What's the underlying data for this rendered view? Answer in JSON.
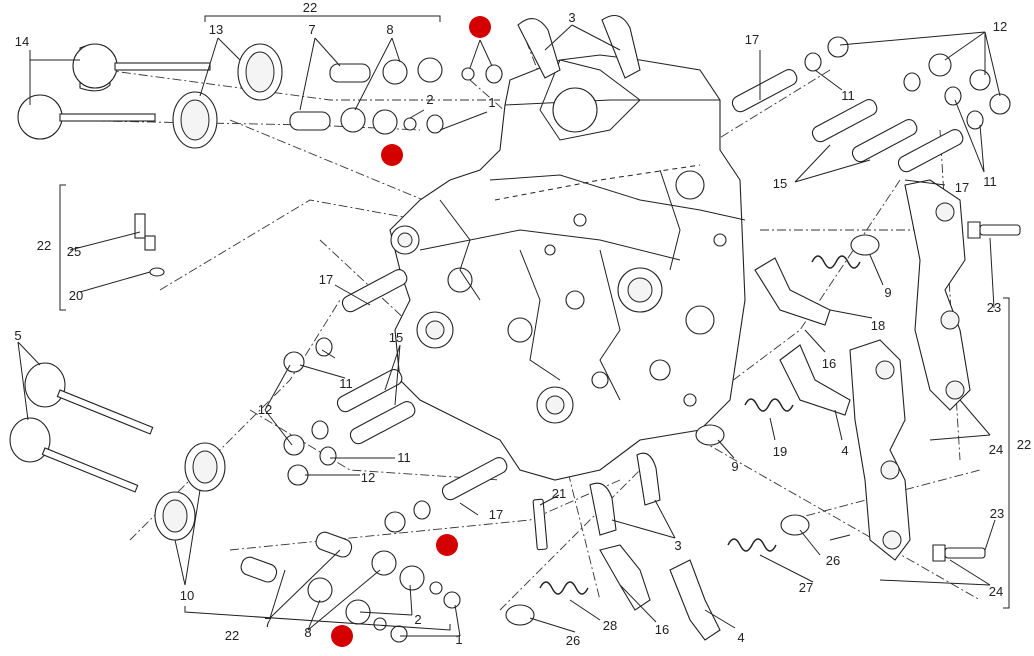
{
  "callouts": {
    "c1a": "1",
    "c1b": "1",
    "c2a": "2",
    "c2b": "2",
    "c3a": "3",
    "c3b": "3",
    "c4a": "4",
    "c4b": "4",
    "c5": "5",
    "c7a": "7",
    "c7b": "7",
    "c8a": "8",
    "c8b": "8",
    "c9a": "9",
    "c9b": "9",
    "c10": "10",
    "c11a": "11",
    "c11b": "11",
    "c11c": "11",
    "c11d": "11",
    "c12a": "12",
    "c12b": "12",
    "c12c": "12",
    "c13": "13",
    "c14": "14",
    "c15a": "15",
    "c15b": "15",
    "c16a": "16",
    "c16b": "16",
    "c17a": "17",
    "c17b": "17",
    "c17c": "17",
    "c17d": "17",
    "c18": "18",
    "c19": "19",
    "c20": "20",
    "c21": "21",
    "c22a": "22",
    "c22b": "22",
    "c22c": "22",
    "c22d": "22",
    "c23a": "23",
    "c23b": "23",
    "c24a": "24",
    "c24b": "24",
    "c25": "25",
    "c26a": "26",
    "c26b": "26",
    "c27": "27",
    "c28": "28"
  },
  "markers": {
    "color": "#d40000",
    "count": 4
  }
}
